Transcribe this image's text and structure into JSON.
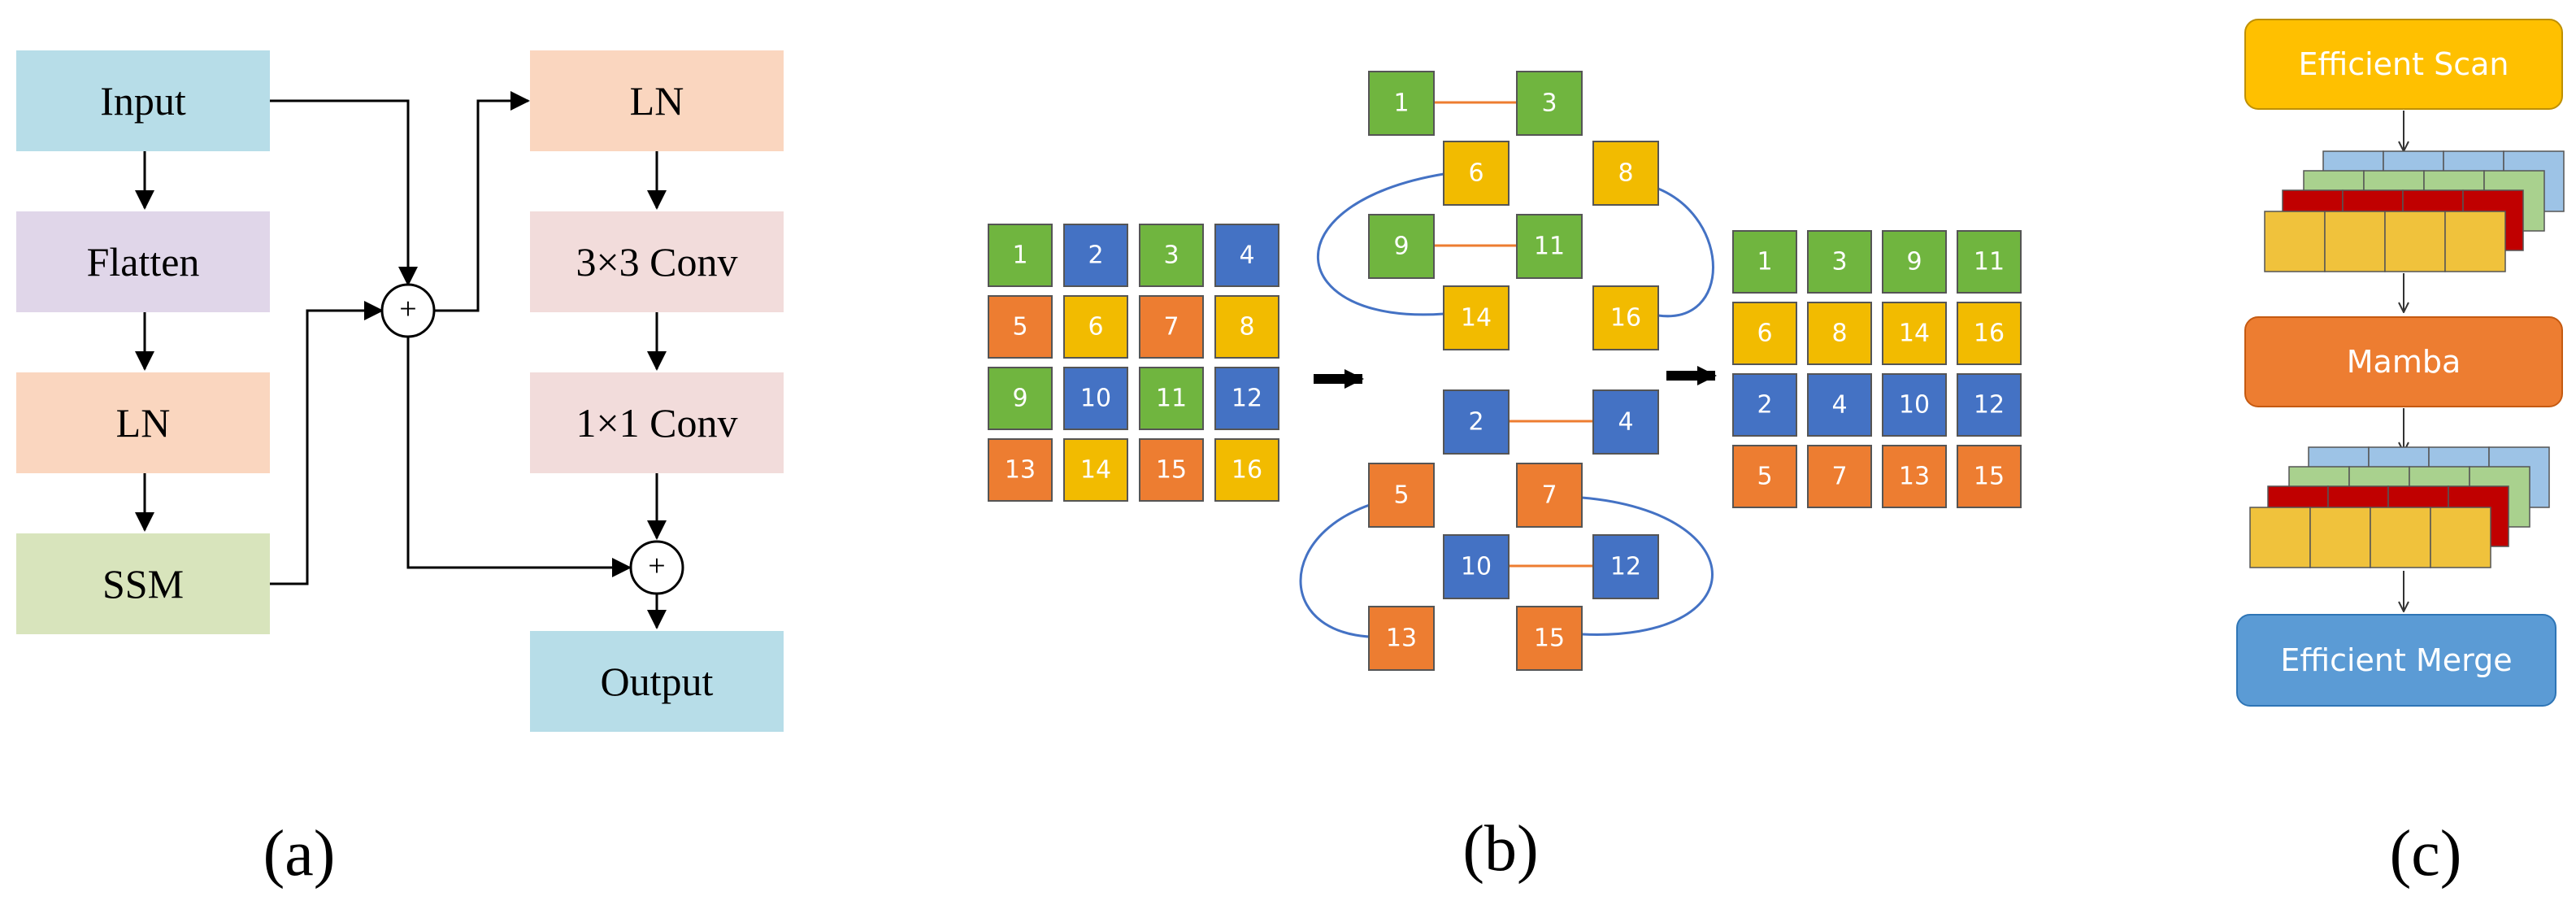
{
  "colors": {
    "input_blue": "#b7dde8",
    "flatten_purple": "#e0d6e9",
    "ln_peach": "#fad6bf",
    "ssm_green": "#d8e4bc",
    "conv_pink": "#f2dcdb",
    "tile_green": "#70b53f",
    "tile_blue": "#4472c4",
    "tile_orange": "#ed7d31",
    "tile_yellow": "#f2bb00",
    "tile_red": "#c00000",
    "stack_blue": "#9dc3e6",
    "stack_green": "#a9d18e",
    "stack_yellow": "#f0c23c",
    "scan_box": "#ffc000",
    "mamba_box": "#ed7d31",
    "merge_box": "#5b9bd5",
    "connector_orange": "#ed7d31",
    "loop_blue": "#4472c4",
    "arrow": "#000000"
  },
  "panel_a": {
    "caption": "(a)",
    "input": "Input",
    "flatten": "Flatten",
    "ln_left": "LN",
    "ssm": "SSM",
    "ln_right": "LN",
    "conv3": "3×3 Conv",
    "conv1": "1×1 Conv",
    "output": "Output",
    "plus_symbol": "+"
  },
  "panel_b": {
    "caption": "(b)",
    "grid": [
      {
        "n": "1",
        "c": "green"
      },
      {
        "n": "2",
        "c": "blue"
      },
      {
        "n": "3",
        "c": "green"
      },
      {
        "n": "4",
        "c": "blue"
      },
      {
        "n": "5",
        "c": "orange"
      },
      {
        "n": "6",
        "c": "yellow"
      },
      {
        "n": "7",
        "c": "orange"
      },
      {
        "n": "8",
        "c": "yellow"
      },
      {
        "n": "9",
        "c": "green"
      },
      {
        "n": "10",
        "c": "blue"
      },
      {
        "n": "11",
        "c": "green"
      },
      {
        "n": "12",
        "c": "blue"
      },
      {
        "n": "13",
        "c": "orange"
      },
      {
        "n": "14",
        "c": "yellow"
      },
      {
        "n": "15",
        "c": "orange"
      },
      {
        "n": "16",
        "c": "yellow"
      }
    ],
    "groups": [
      {
        "n": "1",
        "c": "green"
      },
      {
        "n": "3",
        "c": "green"
      },
      {
        "n": "6",
        "c": "yellow"
      },
      {
        "n": "8",
        "c": "yellow"
      },
      {
        "n": "9",
        "c": "green"
      },
      {
        "n": "11",
        "c": "green"
      },
      {
        "n": "14",
        "c": "yellow"
      },
      {
        "n": "16",
        "c": "yellow"
      },
      {
        "n": "2",
        "c": "blue"
      },
      {
        "n": "4",
        "c": "blue"
      },
      {
        "n": "5",
        "c": "orange"
      },
      {
        "n": "7",
        "c": "orange"
      },
      {
        "n": "10",
        "c": "blue"
      },
      {
        "n": "12",
        "c": "blue"
      },
      {
        "n": "13",
        "c": "orange"
      },
      {
        "n": "15",
        "c": "orange"
      }
    ],
    "result": [
      {
        "n": "1",
        "c": "green"
      },
      {
        "n": "3",
        "c": "green"
      },
      {
        "n": "9",
        "c": "green"
      },
      {
        "n": "11",
        "c": "green"
      },
      {
        "n": "6",
        "c": "yellow"
      },
      {
        "n": "8",
        "c": "yellow"
      },
      {
        "n": "14",
        "c": "yellow"
      },
      {
        "n": "16",
        "c": "yellow"
      },
      {
        "n": "2",
        "c": "blue"
      },
      {
        "n": "4",
        "c": "blue"
      },
      {
        "n": "10",
        "c": "blue"
      },
      {
        "n": "12",
        "c": "blue"
      },
      {
        "n": "5",
        "c": "orange"
      },
      {
        "n": "7",
        "c": "orange"
      },
      {
        "n": "13",
        "c": "orange"
      },
      {
        "n": "15",
        "c": "orange"
      }
    ]
  },
  "panel_c": {
    "caption": "(c)",
    "scan": "Efficient Scan",
    "mamba": "Mamba",
    "merge": "Efficient Merge"
  }
}
